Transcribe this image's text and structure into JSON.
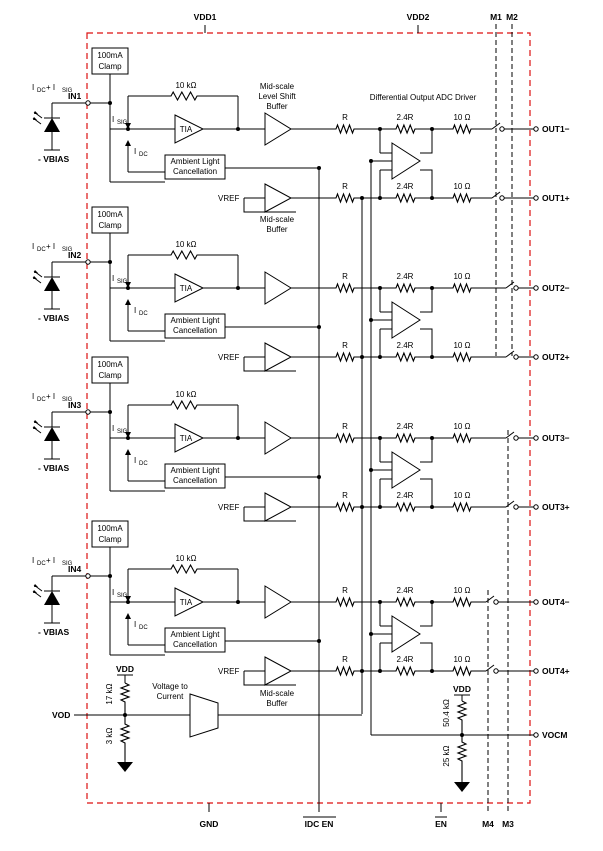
{
  "supply": {
    "vdd1": "VDD1",
    "vdd2": "VDD2",
    "m1": "M1",
    "m2": "M2",
    "gnd": "GND",
    "idc_en": "IDC EN",
    "en": "EN",
    "m4": "M4",
    "m3": "M3"
  },
  "channels": [
    {
      "input": "IN1",
      "outn": "OUT1−",
      "outp": "OUT1+",
      "clamp": [
        "100mA",
        "Clamp"
      ],
      "feedback": "10 kΩ",
      "tia": "TIA",
      "alc": [
        "Ambient Light",
        "Cancellation"
      ],
      "vref": "VREF",
      "photo": "I",
      "photo_sub": "DC",
      "photo_mid": " + I",
      "photo_sub2": "SIG",
      "isig": "I",
      "isig_sub": "SIG",
      "idc": "I",
      "idc_sub": "DC",
      "vbias": "- VBIAS",
      "r": "R",
      "r2": "R",
      "r24a": "2.4R",
      "r24b": "2.4R",
      "r10a": "10 Ω",
      "r10b": "10 Ω"
    },
    {
      "input": "IN2",
      "outn": "OUT2−",
      "outp": "OUT2+",
      "clamp": [
        "100mA",
        "Clamp"
      ],
      "feedback": "10 kΩ",
      "tia": "TIA",
      "alc": [
        "Ambient Light",
        "Cancellation"
      ],
      "vref": "VREF",
      "photo": "I",
      "photo_sub": "DC",
      "photo_mid": " + I",
      "photo_sub2": "SIG",
      "isig": "I",
      "isig_sub": "SIG",
      "idc": "I",
      "idc_sub": "DC",
      "vbias": "- VBIAS",
      "r": "R",
      "r2": "R",
      "r24a": "2.4R",
      "r24b": "2.4R",
      "r10a": "10 Ω",
      "r10b": "10 Ω"
    },
    {
      "input": "IN3",
      "outn": "OUT3−",
      "outp": "OUT3+",
      "clamp": [
        "100mA",
        "Clamp"
      ],
      "feedback": "10 kΩ",
      "tia": "TIA",
      "alc": [
        "Ambient Light",
        "Cancellation"
      ],
      "vref": "VREF",
      "photo": "I",
      "photo_sub": "DC",
      "photo_mid": " + I",
      "photo_sub2": "SIG",
      "isig": "I",
      "isig_sub": "SIG",
      "idc": "I",
      "idc_sub": "DC",
      "vbias": "- VBIAS",
      "r": "R",
      "r2": "R",
      "r24a": "2.4R",
      "r24b": "2.4R",
      "r10a": "10 Ω",
      "r10b": "10 Ω"
    },
    {
      "input": "IN4",
      "outn": "OUT4−",
      "outp": "OUT4+",
      "clamp": [
        "100mA",
        "Clamp"
      ],
      "feedback": "10 kΩ",
      "tia": "TIA",
      "alc": [
        "Ambient Light",
        "Cancellation"
      ],
      "vref": "VREF",
      "photo": "I",
      "photo_sub": "DC",
      "photo_mid": " + I",
      "photo_sub2": "SIG",
      "isig": "I",
      "isig_sub": "SIG",
      "idc": "I",
      "idc_sub": "DC",
      "vbias": "- VBIAS",
      "r": "R",
      "r2": "R",
      "r24a": "2.4R",
      "r24b": "2.4R",
      "r10a": "10 Ω",
      "r10b": "10 Ω"
    }
  ],
  "labels": {
    "level_shift": [
      "Mid-scale",
      "Level Shift",
      "Buffer"
    ],
    "mid_buffer_1": [
      "Mid-scale",
      "Buffer"
    ],
    "mid_buffer_4": [
      "Mid-scale",
      "Buffer"
    ],
    "adc_driver": "Differential Output ADC Driver",
    "v2i": [
      "Voltage to",
      "Current"
    ]
  },
  "vod_block": {
    "vod": "VOD",
    "vdd": "VDD",
    "r_top": "17 kΩ",
    "r_bot": "3 kΩ"
  },
  "vocm_block": {
    "vdd": "VDD",
    "r_top": "50.4 kΩ",
    "r_bot": "25 kΩ",
    "vocm": "VOCM"
  }
}
